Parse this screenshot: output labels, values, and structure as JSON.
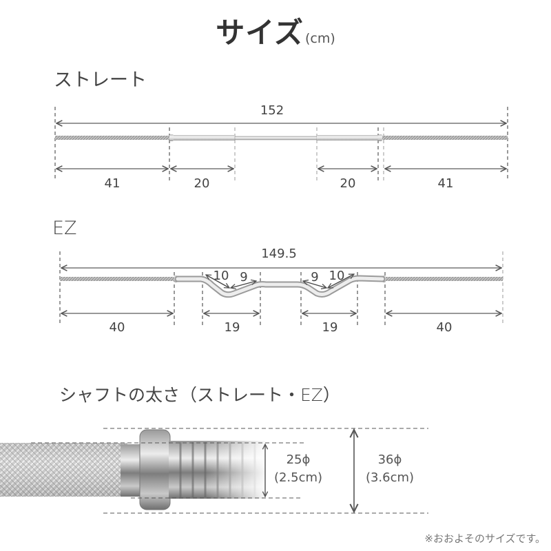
{
  "header": {
    "title": "サイズ",
    "unit": "(cm)"
  },
  "straight": {
    "label": "ストレート",
    "total": "152",
    "segments": [
      "41",
      "20",
      "20",
      "41"
    ]
  },
  "ez": {
    "label": "EZ",
    "total": "149.5",
    "segments": [
      "40",
      "19",
      "19",
      "40"
    ],
    "bend_left": [
      "10",
      "9"
    ],
    "bend_right": [
      "9",
      "10"
    ]
  },
  "shaft": {
    "label": "シャフトの太さ（ストレート・EZ）",
    "inner_diameter": "25ϕ",
    "inner_cm": "(2.5cm)",
    "outer_diameter": "36ϕ",
    "outer_cm": "(3.6cm)"
  },
  "footer": {
    "note": "※おおよそのサイズです。"
  },
  "colors": {
    "text": "#444444",
    "line": "#777777",
    "dash": "#555555",
    "bar": "#c8c8c8"
  }
}
